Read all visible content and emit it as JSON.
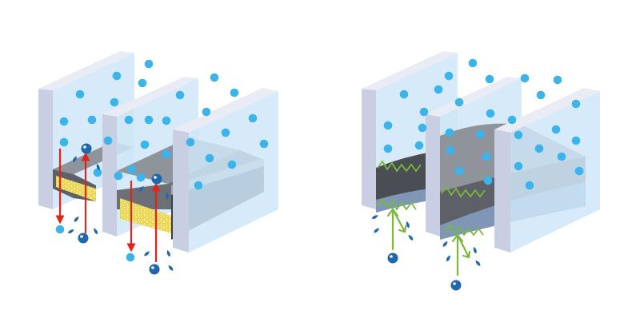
{
  "figure": {
    "panels": [
      {
        "id": "left",
        "arrow_style": "red-up-down-arrows",
        "insulation": "yellow-granular-layer"
      },
      {
        "id": "right",
        "arrow_style": "green-forked-arrows",
        "insulation": "green-zigzag-edge"
      }
    ]
  },
  "colors": {
    "glass_fill": "#cfe6f8",
    "glass_edge": "#e9ecf5",
    "glass_edge_dark": "#c9cfe2",
    "dot": "#3ab4ea",
    "drop": "#1f67b1",
    "slab_top": "#8e949a",
    "slab_front": "#5d6167",
    "slab_dark": "#3b4046",
    "yellow": "#f3e15a",
    "red_arrow": "#e2231a",
    "green_arrow": "#79b83b",
    "slab_blue": "#7f97b5"
  }
}
